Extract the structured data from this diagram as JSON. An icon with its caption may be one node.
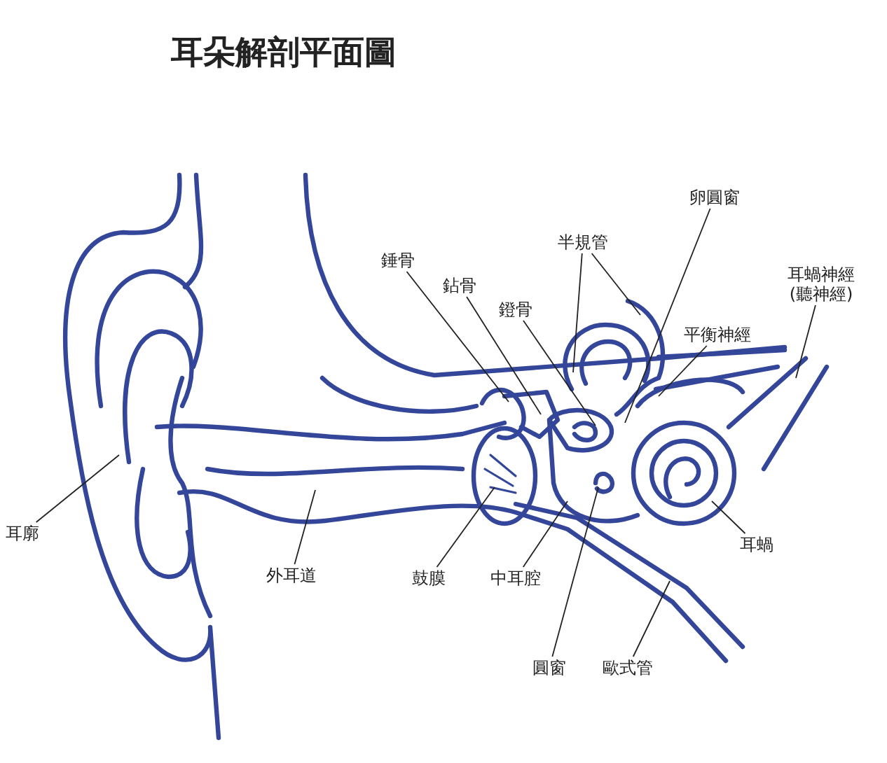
{
  "diagram": {
    "title": "耳朵解剖平面圖",
    "nodes": [
      {
        "text": [
          "卵圓窗"
        ]
      },
      {
        "text": [
          "錘骨"
        ]
      },
      {
        "text": [
          "半規管"
        ]
      },
      {
        "text": [
          "鉆骨"
        ]
      },
      {
        "text": [
          "耳蝸神經(聽神經)"
        ]
      },
      {
        "text": [
          "鐙骨"
        ]
      },
      {
        "text": [
          "平衡神經"
        ]
      },
      {
        "text": [
          "耳廓"
        ]
      },
      {
        "text": [
          "外耳道"
        ]
      },
      {
        "text": [
          "鼓膜"
        ]
      },
      {
        "text": [
          "中耳腔"
        ]
      },
      {
        "text": [
          "耳蝸"
        ]
      },
      {
        "text": [
          "圓窗"
        ]
      },
      {
        "text": [
          "歐式管"
        ]
      }
    ],
    "edges": [
      {
        "from": 0,
        "to": null,
        "arrow": "none"
      },
      {
        "from": 1,
        "to": null,
        "arrow": "none"
      },
      {
        "from": 2,
        "to": null,
        "arrow": "none"
      },
      {
        "from": 2,
        "to": null,
        "arrow": "none"
      },
      {
        "from": 3,
        "to": null,
        "arrow": "none"
      },
      {
        "from": 5,
        "to": null,
        "arrow": "none"
      },
      {
        "from": 6,
        "to": null,
        "arrow": "none"
      },
      {
        "from": 4,
        "to": null,
        "arrow": "none"
      },
      {
        "from": 7,
        "to": null,
        "arrow": "none"
      },
      {
        "from": 8,
        "to": null,
        "arrow": "none"
      },
      {
        "from": 9,
        "to": null,
        "arrow": "none"
      },
      {
        "from": 10,
        "to": null,
        "arrow": "none"
      },
      {
        "from": 11,
        "to": null,
        "arrow": "none"
      },
      {
        "from": 12,
        "to": null,
        "arrow": "none"
      },
      {
        "from": 13,
        "to": null,
        "arrow": "none"
      }
    ]
  }
}
